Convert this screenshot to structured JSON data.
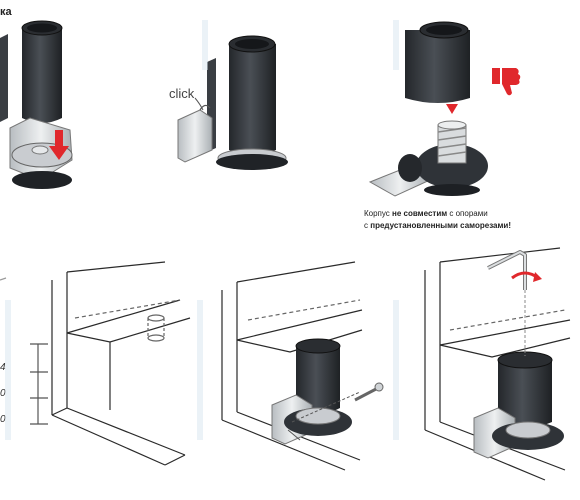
{
  "labels": {
    "top_left": "ка",
    "click": "click",
    "caption_line1_pre": "Корпус ",
    "caption_line1_bold": "не совместим",
    "caption_line1_post": " с опорами",
    "caption_line2_pre": "с ",
    "caption_line2_bold": "предустановленными саморезами!"
  },
  "dimensions": [
    "4",
    "0",
    "0"
  ],
  "icons": {
    "thumbs_down": "thumbs-down-icon",
    "arrow": "arrow-down-icon"
  },
  "colors": {
    "warning_red": "#e0282c",
    "part_dark": "#2f3338",
    "metal": "#cfd3d6",
    "line": "#2a2a2a"
  }
}
